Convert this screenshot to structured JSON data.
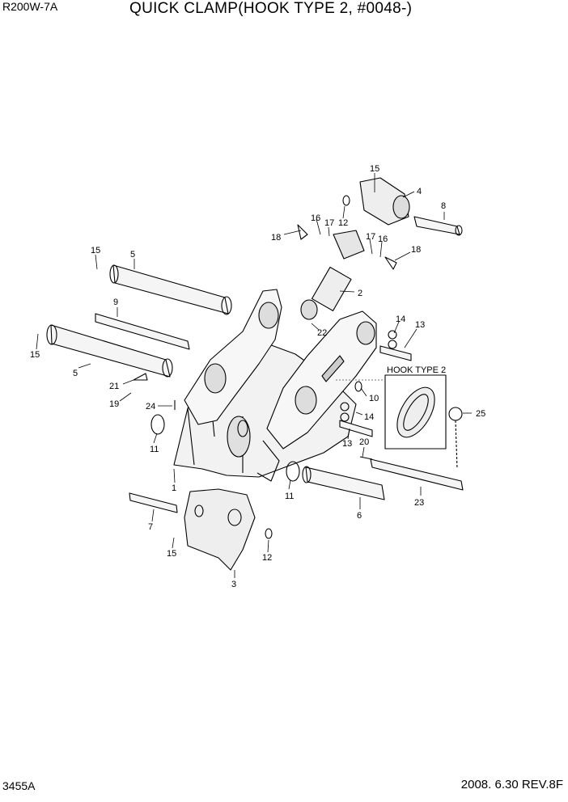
{
  "header": {
    "model": "R200W-7A",
    "title": "QUICK CLAMP(HOOK TYPE 2, #0048-)"
  },
  "footer": {
    "page_code": "3455A",
    "date_rev": "2008. 6.30  REV.8F"
  },
  "detail_label": "HOOK TYPE 2",
  "callouts": [
    "15",
    "4",
    "8",
    "16",
    "17",
    "12",
    "18",
    "17",
    "16",
    "18",
    "2",
    "5",
    "15",
    "9",
    "22",
    "14",
    "13",
    "15",
    "5",
    "10",
    "21",
    "19",
    "24",
    "14",
    "25",
    "11",
    "13",
    "20",
    "1",
    "11",
    "23",
    "6",
    "7",
    "15",
    "12",
    "3"
  ]
}
